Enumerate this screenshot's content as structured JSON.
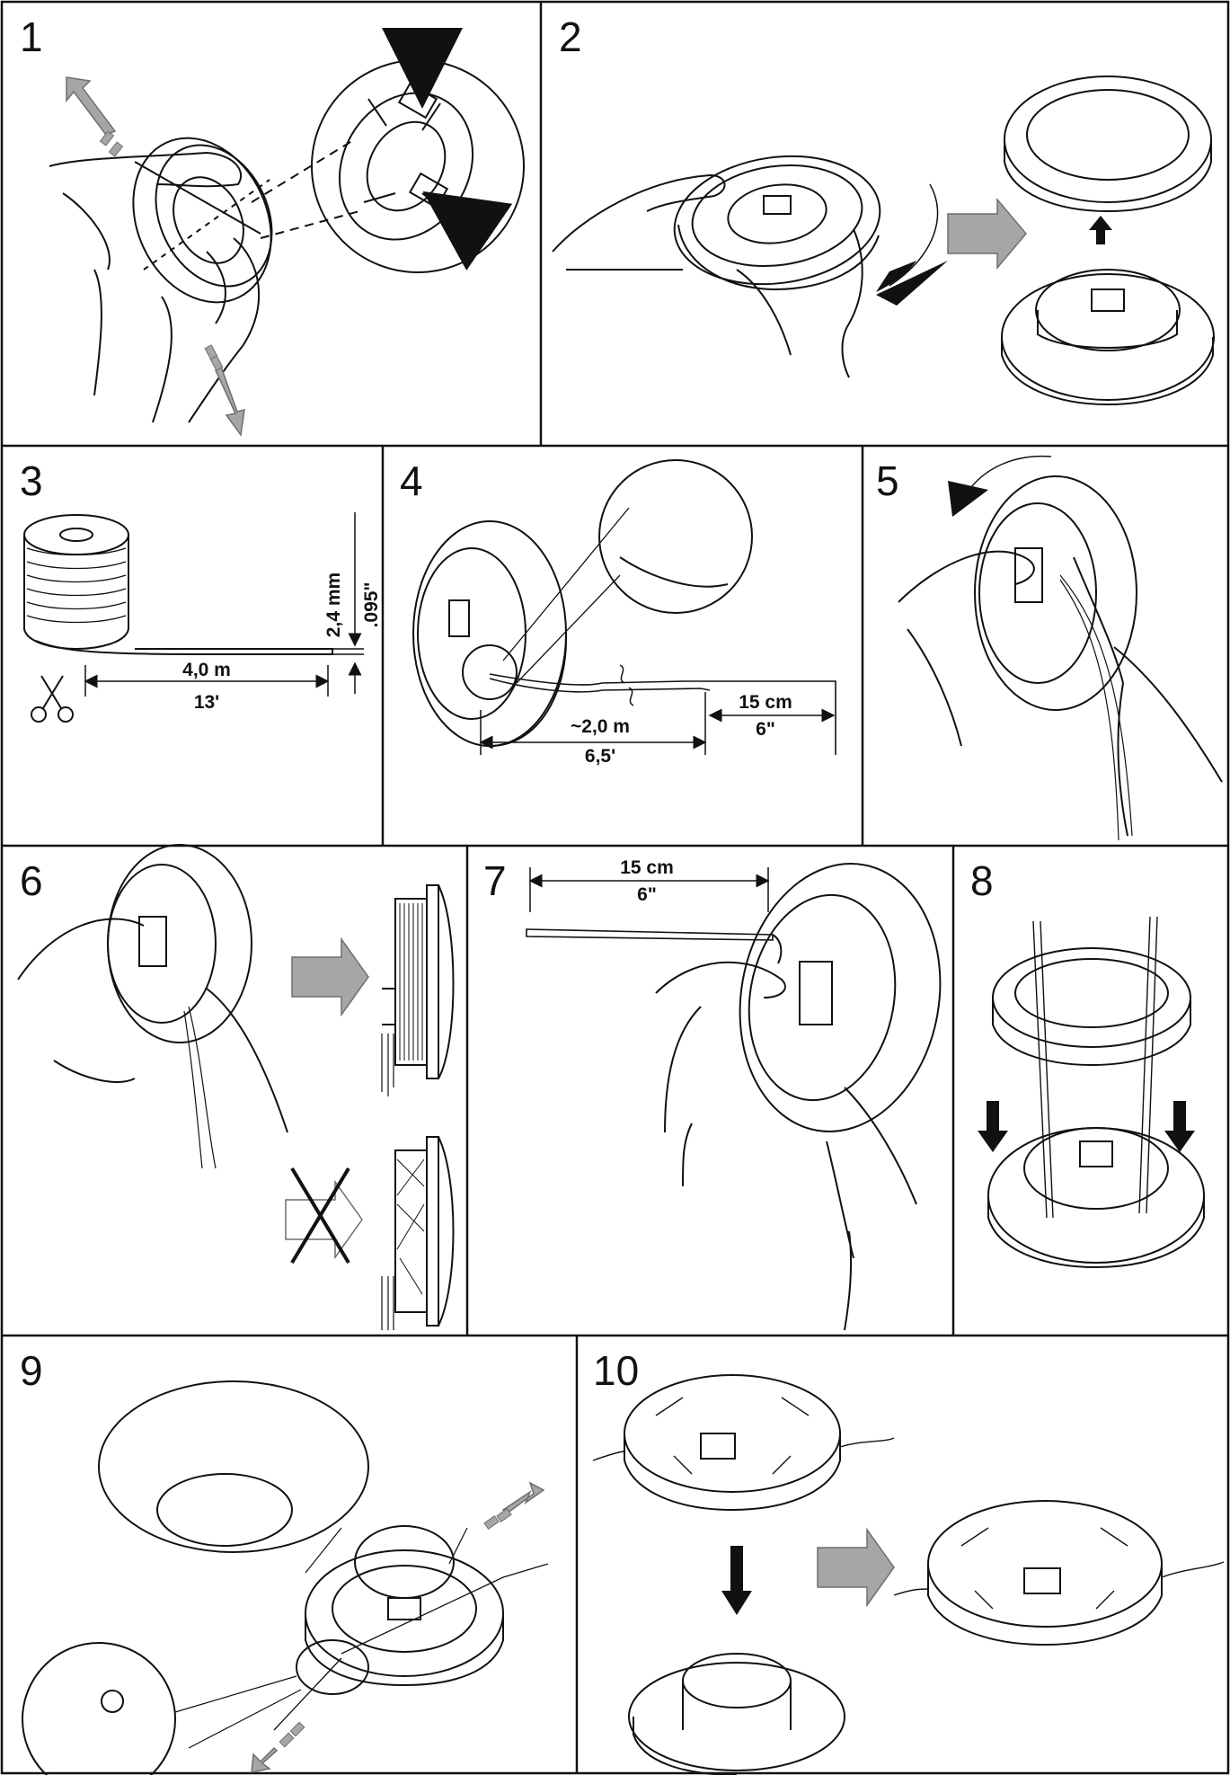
{
  "steps": [
    {
      "number": "1"
    },
    {
      "number": "2"
    },
    {
      "number": "3"
    },
    {
      "number": "4"
    },
    {
      "number": "5"
    },
    {
      "number": "6"
    },
    {
      "number": "7"
    },
    {
      "number": "8"
    },
    {
      "number": "9"
    },
    {
      "number": "10"
    }
  ],
  "step3": {
    "thickness_metric": "2,4 mm",
    "thickness_imperial": ".095\"",
    "length_metric": "4,0 m",
    "length_imperial": "13'"
  },
  "step4": {
    "tail_metric": "15 cm",
    "tail_imperial": "6\"",
    "wind_metric": "~2,0 m",
    "wind_imperial": "6,5'"
  },
  "step7": {
    "tail_metric": "15 cm",
    "tail_imperial": "6\""
  },
  "colors": {
    "line": "#111111",
    "arrow_gray": "#a6a6a6",
    "arrow_gray_stroke": "#6e6e6e",
    "background": "#ffffff"
  },
  "icons": [
    "scissors-icon",
    "wrong-cross-icon",
    "arrow-icon"
  ]
}
